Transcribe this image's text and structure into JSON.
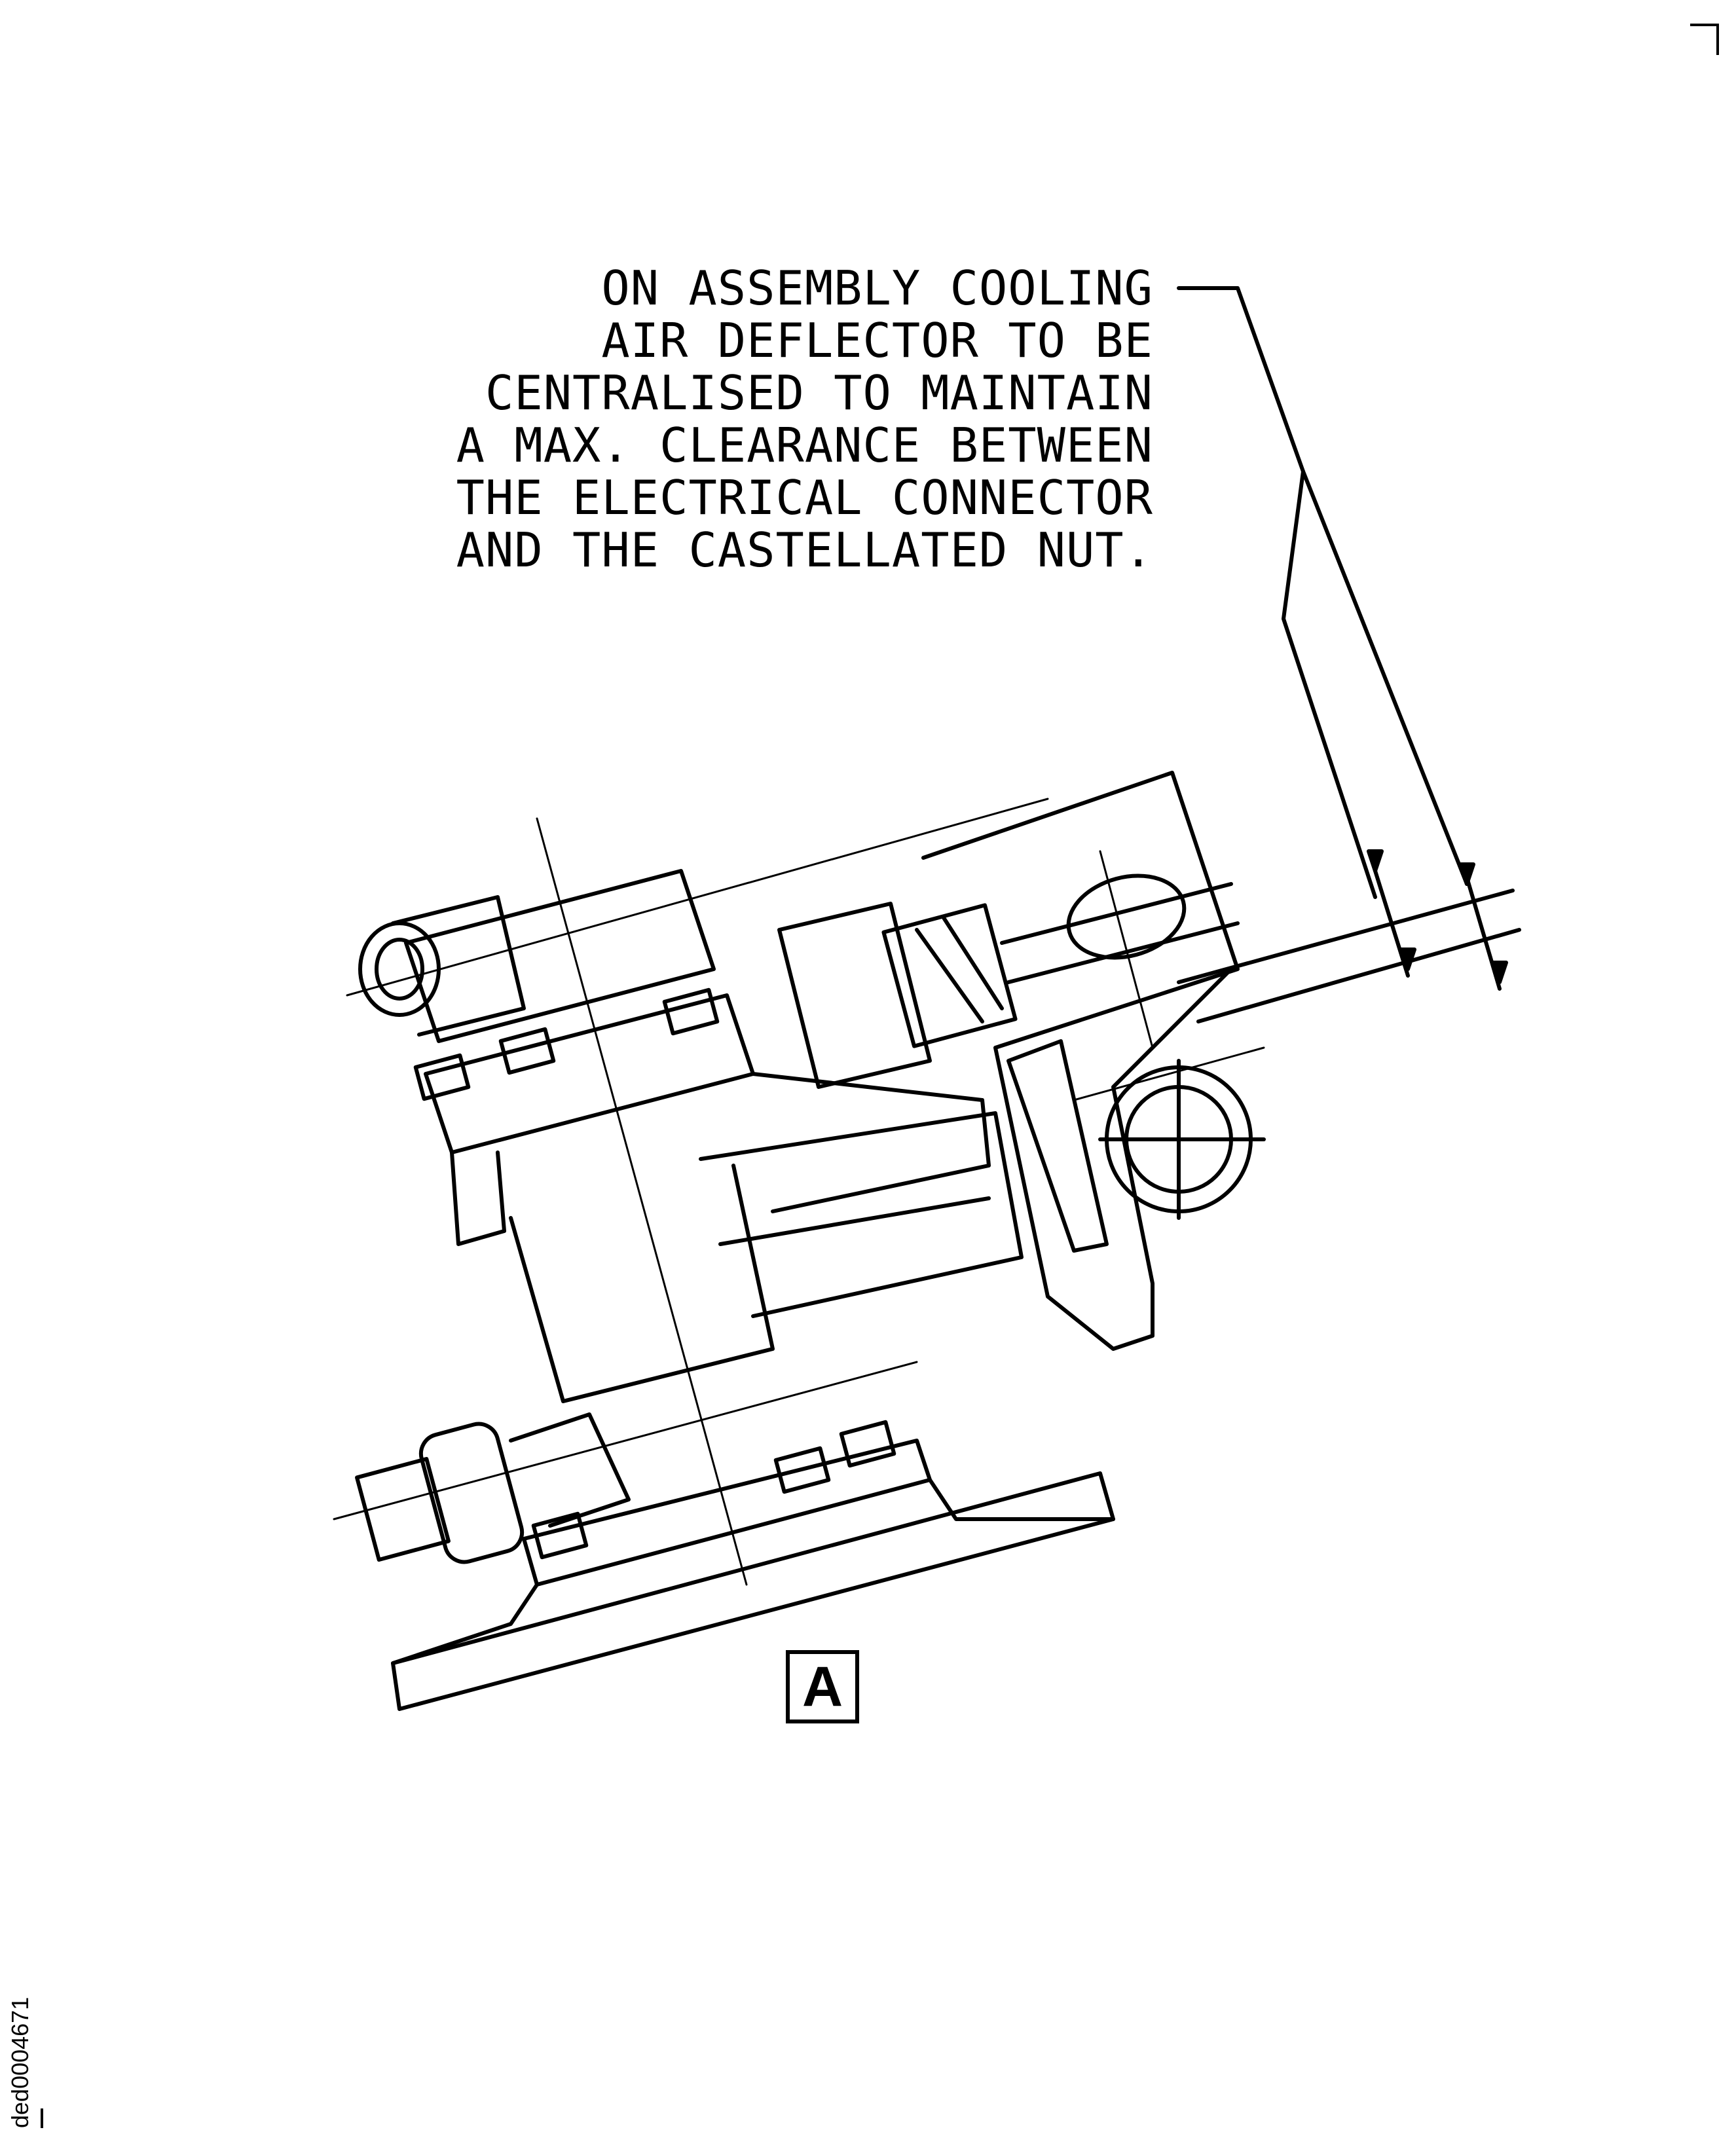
{
  "note": {
    "lines": [
      "ON ASSEMBLY COOLING",
      "AIR DEFLECTOR TO BE",
      "CENTRALISED TO MAINTAIN",
      "A MAX. CLEARANCE BETWEEN",
      "THE ELECTRICAL CONNECTOR",
      "AND THE CASTELLATED NUT."
    ]
  },
  "view_label": "A",
  "reference_id": "ded0004671"
}
